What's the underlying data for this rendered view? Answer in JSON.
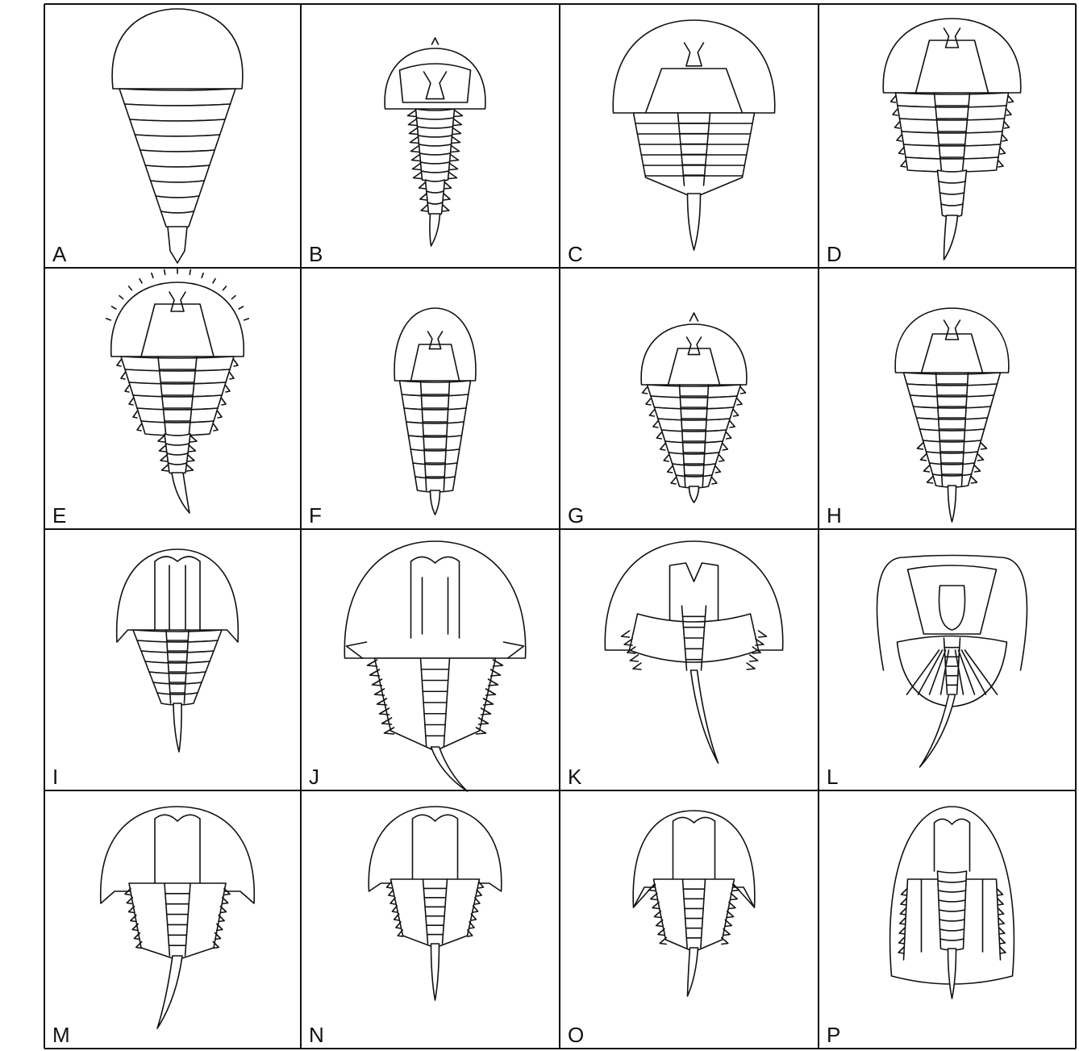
{
  "figure": {
    "panels": [
      {
        "id": "A",
        "label": "A",
        "form": "A"
      },
      {
        "id": "B",
        "label": "B",
        "form": "B"
      },
      {
        "id": "C",
        "label": "C",
        "form": "C"
      },
      {
        "id": "D",
        "label": "D",
        "form": "D"
      },
      {
        "id": "E",
        "label": "E",
        "form": "E"
      },
      {
        "id": "F",
        "label": "F",
        "form": "F"
      },
      {
        "id": "G",
        "label": "G",
        "form": "G"
      },
      {
        "id": "H",
        "label": "H",
        "form": "H"
      },
      {
        "id": "I",
        "label": "I",
        "form": "I"
      },
      {
        "id": "J",
        "label": "J",
        "form": "J"
      },
      {
        "id": "K",
        "label": "K",
        "form": "K"
      },
      {
        "id": "L",
        "label": "L",
        "form": "L"
      },
      {
        "id": "M",
        "label": "M",
        "form": "M"
      },
      {
        "id": "N",
        "label": "N",
        "form": "N"
      },
      {
        "id": "O",
        "label": "O",
        "form": "O"
      },
      {
        "id": "P",
        "label": "P",
        "form": "P"
      }
    ],
    "colors": {
      "ink": "#111111",
      "paper": "#ffffff"
    }
  }
}
